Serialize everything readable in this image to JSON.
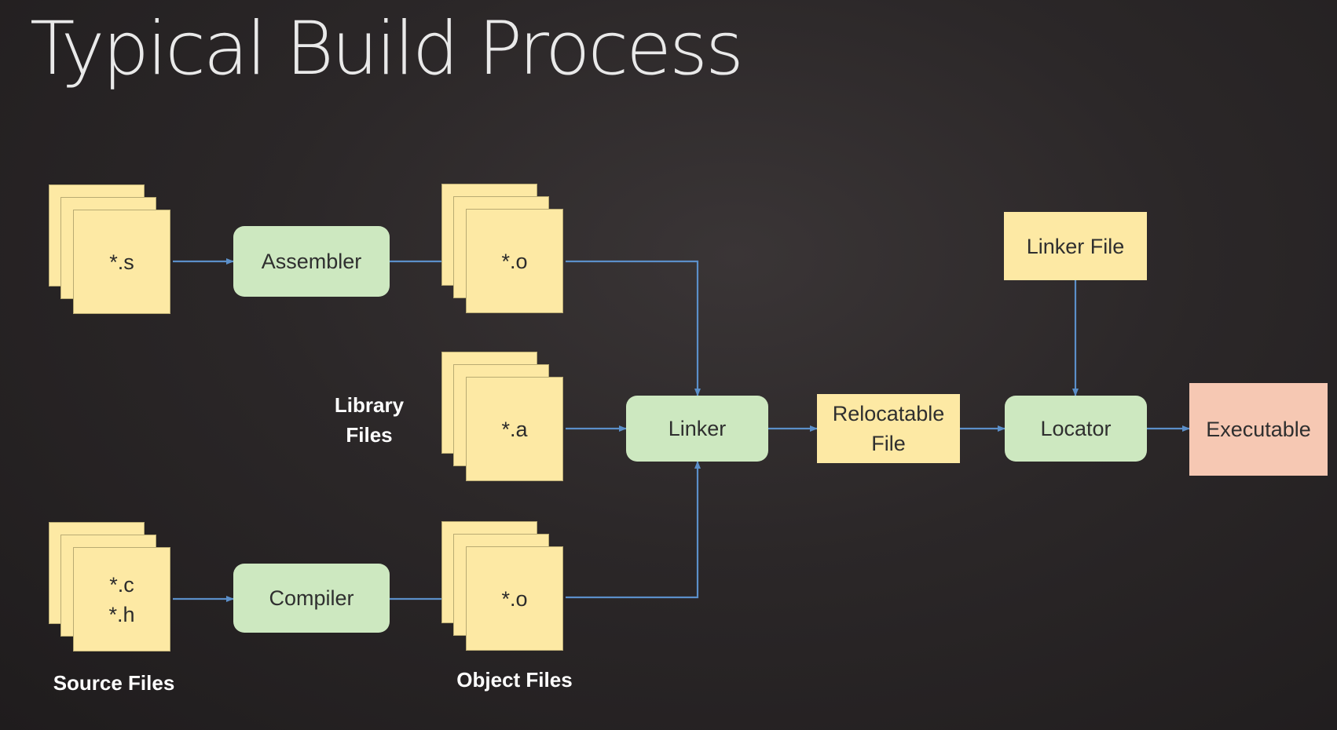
{
  "title": "Typical Build Process",
  "files": {
    "asm_source": "*.s",
    "c_source_line1": "*.c",
    "c_source_line2": "*.h",
    "object_top": "*.o",
    "library": "*.a",
    "object_bottom": "*.o"
  },
  "nodes": {
    "assembler": "Assembler",
    "compiler": "Compiler",
    "linker": "Linker",
    "relocatable_line1": "Relocatable",
    "relocatable_line2": "File",
    "locator": "Locator",
    "linker_file": "Linker File",
    "executable": "Executable"
  },
  "labels": {
    "library_line1": "Library",
    "library_line2": "Files",
    "source_files": "Source Files",
    "object_files": "Object Files"
  },
  "colors": {
    "file": "#fde9a4",
    "process": "#cde8c0",
    "output": "#f6c8b3",
    "arrow": "#5b8fc9"
  }
}
